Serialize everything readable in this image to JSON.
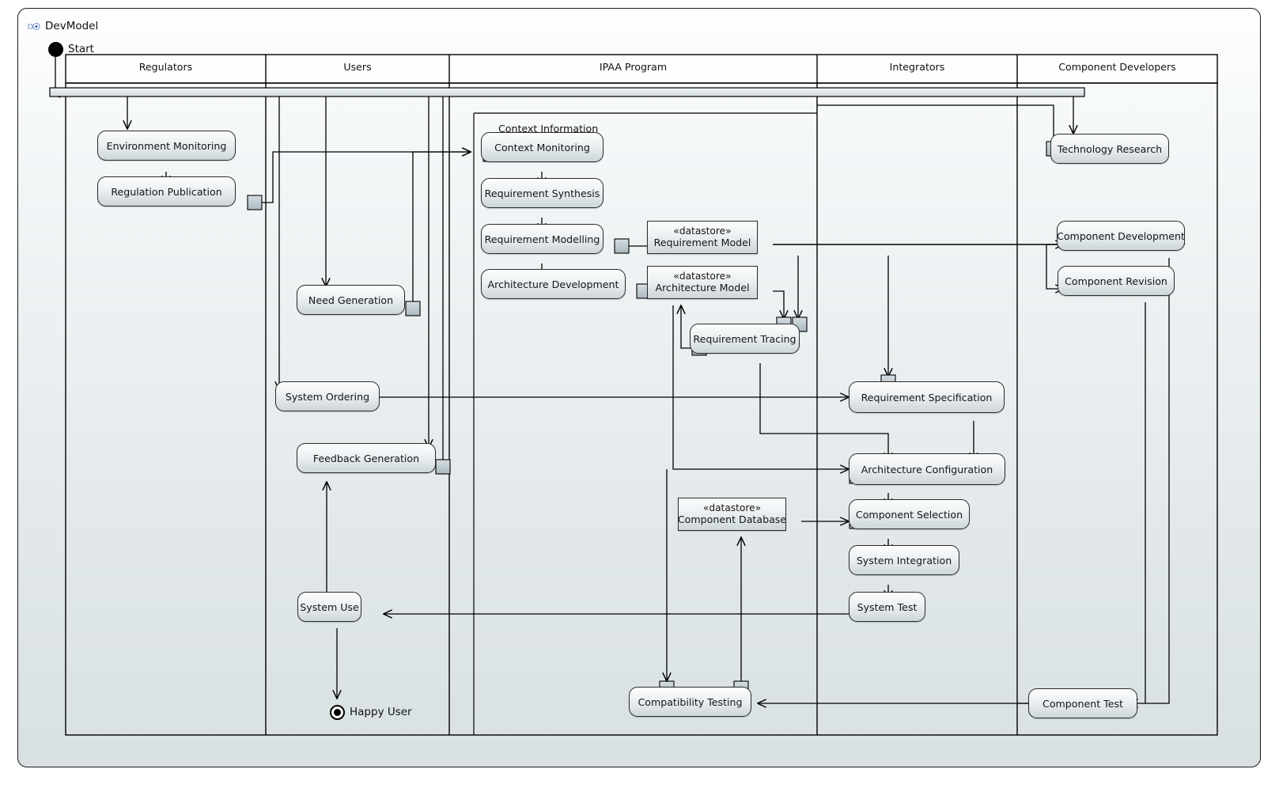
{
  "diagram": {
    "title": "DevModel",
    "icon": "activity-diagram-icon",
    "start_label": "Start",
    "final_label": "Happy User",
    "region_label": "Context Information"
  },
  "lanes": [
    {
      "name": "Regulators"
    },
    {
      "name": "Users"
    },
    {
      "name": "IPAA Program"
    },
    {
      "name": "Integrators"
    },
    {
      "name": "Component Developers"
    }
  ],
  "nodes": {
    "environment_monitoring": "Environment Monitoring",
    "regulation_publication": "Regulation Publication",
    "need_generation": "Need Generation",
    "system_ordering": "System Ordering",
    "feedback_generation": "Feedback Generation",
    "system_use": "System Use",
    "context_monitoring": "Context Monitoring",
    "requirement_synthesis": "Requirement Synthesis",
    "requirement_modelling": "Requirement Modelling",
    "architecture_development": "Architecture Development",
    "requirement_tracing": "Requirement Tracing",
    "compatibility_testing": "Compatibility Testing",
    "requirement_specification": "Requirement Specification",
    "architecture_configuration": "Architecture Configuration",
    "component_selection": "Component Selection",
    "system_integration": "System Integration",
    "system_test": "System Test",
    "technology_research": "Technology Research",
    "component_development": "Component Development",
    "component_revision": "Component Revision",
    "component_test": "Component Test"
  },
  "datastores": {
    "stereotype": "«datastore»",
    "requirement_model": "Requirement Model",
    "architecture_model": "Architecture Model",
    "component_database": "Component Database"
  },
  "colors": {
    "node_border": "#2b2b2b",
    "node_fill_top": "#fcfdfd",
    "node_fill_bottom": "#cdd6da",
    "canvas_top": "#fdfefe",
    "canvas_bottom": "#d8e0e2",
    "edge": "#000000",
    "pin_fill": "#bcc8ce",
    "fork_fill": "#dde5e8"
  }
}
